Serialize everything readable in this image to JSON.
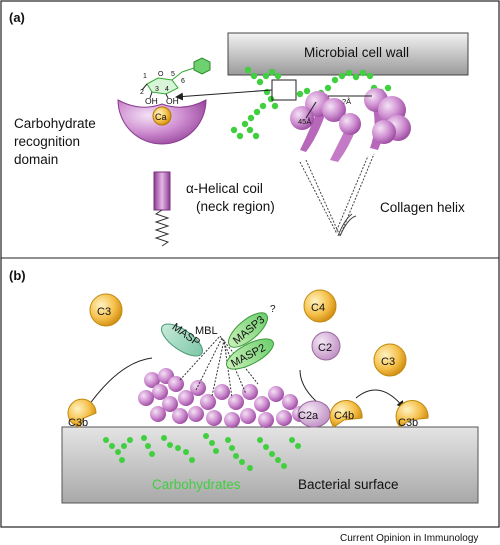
{
  "panel_a": {
    "label": "(a)",
    "microbial_cell_wall": "Microbial cell wall",
    "crd_line1": "Carbohydrate",
    "crd_line2": "recognition",
    "crd_line3": "domain",
    "calcium": "Ca",
    "hydroxyl_left": "OH",
    "hydroxyl_right": "OH",
    "ring_numbers": [
      "1",
      "2",
      "3",
      "4",
      "5",
      "6"
    ],
    "ring_oxygen": "O",
    "helical_line1": "α-Helical coil",
    "helical_line2": "(neck region)",
    "collagen_helix": "Collagen helix",
    "distance_known": "45Å",
    "distance_unknown": "?Å"
  },
  "panel_b": {
    "label": "(b)",
    "c3_left": "C3",
    "c3b_left": "C3b",
    "mbl": "MBL",
    "masp": "MASP",
    "masp3": "MASP3",
    "masp2": "MASP2",
    "question": "?",
    "c4": "C4",
    "c2": "C2",
    "c2a": "C2a",
    "c4b": "C4b",
    "c3_right": "C3",
    "c3b_right": "C3b",
    "carbohydrates": "Carbohydrates",
    "bacterial_surface": "Bacterial surface"
  },
  "credit": "Current Opinion in Immunology",
  "colors": {
    "mbl_purple": "#c77dc9",
    "carbohydrate_green": "#3fcf3f",
    "complement_yellow": "#f2b733",
    "surface_gray": "#b8b8b8"
  }
}
